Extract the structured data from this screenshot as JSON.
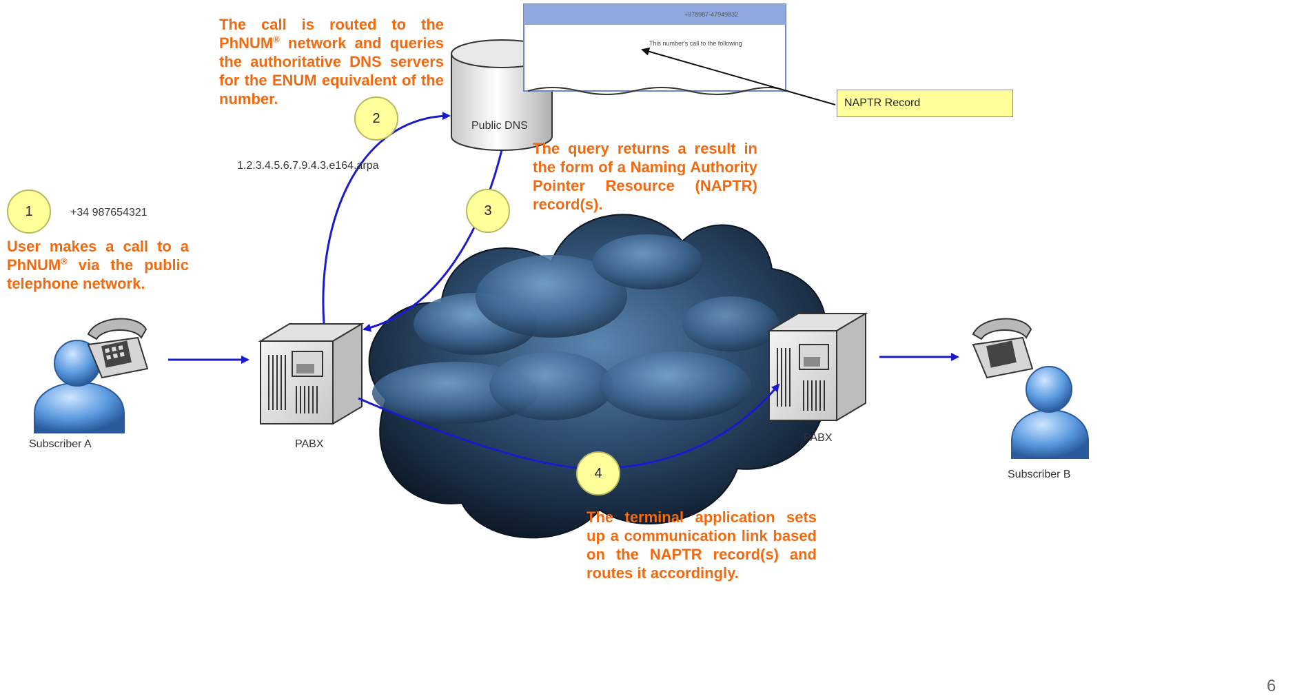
{
  "steps": [
    {
      "number": "1",
      "phone": "+34 987654321",
      "text": "User makes a call to a PhNUM® via the public telephone network."
    },
    {
      "number": "2",
      "query": "1.2.3.4.5.6.7.9.4.3.e164.arpa",
      "text": "The call is routed to the PhNUM® network and queries the authoritative DNS servers for the ENUM equivalent of the number."
    },
    {
      "number": "3",
      "text": "The query returns a result in the form of a Naming Authority Pointer Resource (NAPTR) record(s)."
    },
    {
      "number": "4",
      "text": "The terminal application sets up a communication link based on the NAPTR record(s) and routes it accordingly."
    }
  ],
  "nodes": {
    "subscriber_a": "Subscriber A",
    "subscriber_b": "Subscriber B",
    "pabx_left": "PABX",
    "pabx_right": "PABX",
    "public_dns": "Public DNS"
  },
  "naptr_callout": "NAPTR Record",
  "record_window": {
    "title": "+978987-47949832",
    "heading": "This number's call to the following"
  },
  "page_number": "6",
  "colors": {
    "annotation": "#f26a10",
    "flow": "#1a1acc",
    "badge": "#ffff99",
    "callout": "#ffff99"
  }
}
